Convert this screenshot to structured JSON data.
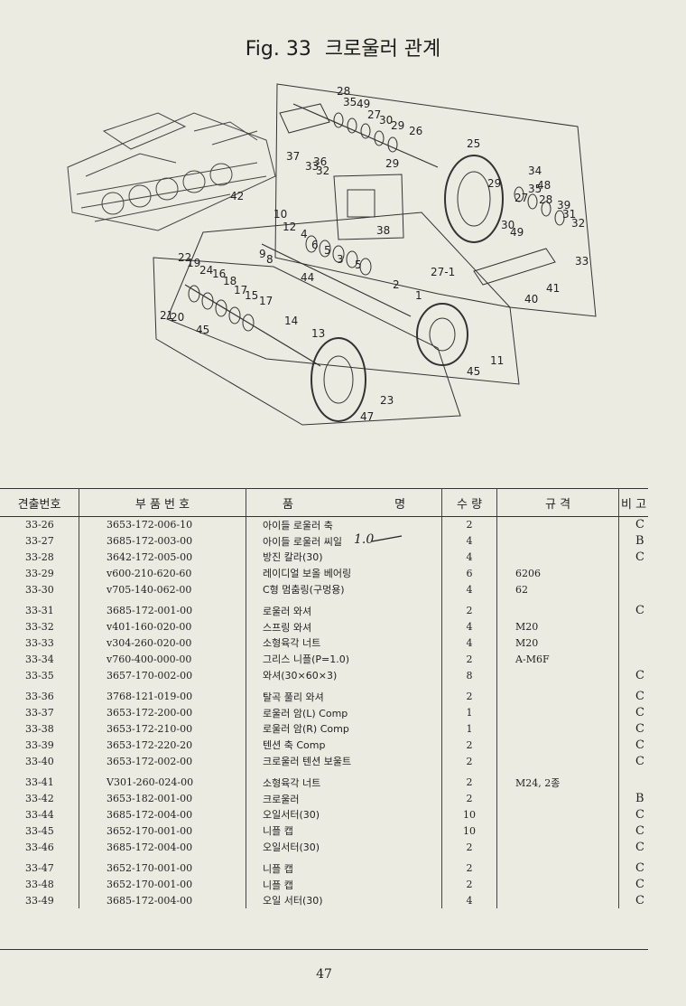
{
  "title": {
    "fig": "Fig. 33",
    "text": "크로울러 관계"
  },
  "figure_labels": [
    "28",
    "35",
    "49",
    "27",
    "30",
    "29",
    "26",
    "37",
    "33",
    "32",
    "36",
    "29",
    "25",
    "34",
    "48",
    "29",
    "27",
    "35",
    "28",
    "39",
    "31",
    "32",
    "30",
    "49",
    "33",
    "38",
    "42",
    "10",
    "12",
    "4",
    "6",
    "5",
    "3",
    "5",
    "9",
    "8",
    "44",
    "27-1",
    "41",
    "40",
    "2",
    "1",
    "22",
    "19",
    "24",
    "16",
    "18",
    "17",
    "15",
    "17",
    "21",
    "20",
    "45",
    "14",
    "13",
    "11",
    "45",
    "23",
    "47"
  ],
  "headers": [
    "견출번호",
    "부 품 번 호",
    "품",
    "명",
    "수 량",
    "규 격",
    "비 고"
  ],
  "rows": [
    {
      "id": "33-26",
      "pn": "3653-172-006-10",
      "name": "아이들 로울러 축",
      "qty": "2",
      "spec": "",
      "rem": "C"
    },
    {
      "id": "33-27",
      "pn": "3685-172-003-00",
      "name": "아이들 로울러 씨일",
      "qty": "4",
      "spec": "",
      "rem": "B"
    },
    {
      "id": "33-28",
      "pn": "3642-172-005-00",
      "name": "방진 칼라(30)",
      "qty": "4",
      "spec": "",
      "rem": "C"
    },
    {
      "id": "33-29",
      "pn": "v600-210-620-60",
      "name": "레이디얼 보올 베어링",
      "qty": "6",
      "spec": "6206",
      "rem": ""
    },
    {
      "id": "33-30",
      "pn": "v705-140-062-00",
      "name": "C형 멈춤링(구멍용)",
      "qty": "4",
      "spec": "62",
      "rem": ""
    },
    {
      "id": "33-31",
      "pn": "3685-172-001-00",
      "name": "로울러 와셔",
      "qty": "2",
      "spec": "",
      "rem": "C"
    },
    {
      "id": "33-32",
      "pn": "v401-160-020-00",
      "name": "스프링 와셔",
      "qty": "4",
      "spec": "M20",
      "rem": ""
    },
    {
      "id": "33-33",
      "pn": "v304-260-020-00",
      "name": "소형육각 너트",
      "qty": "4",
      "spec": "M20",
      "rem": ""
    },
    {
      "id": "33-34",
      "pn": "v760-400-000-00",
      "name": "그리스 니플(P=1.0)",
      "qty": "2",
      "spec": "A-M6F",
      "rem": ""
    },
    {
      "id": "33-35",
      "pn": "3657-170-002-00",
      "name": "와셔(30×60×3)",
      "qty": "8",
      "spec": "",
      "rem": "C"
    },
    {
      "id": "33-36",
      "pn": "3768-121-019-00",
      "name": "탈곡 풀리 와셔",
      "qty": "2",
      "spec": "",
      "rem": "C"
    },
    {
      "id": "33-37",
      "pn": "3653-172-200-00",
      "name": "로울러 암(L) Comp",
      "qty": "1",
      "spec": "",
      "rem": "C"
    },
    {
      "id": "33-38",
      "pn": "3653-172-210-00",
      "name": "로울러 암(R) Comp",
      "qty": "1",
      "spec": "",
      "rem": "C"
    },
    {
      "id": "33-39",
      "pn": "3653-172-220-20",
      "name": "텐션 축 Comp",
      "qty": "2",
      "spec": "",
      "rem": "C"
    },
    {
      "id": "33-40",
      "pn": "3653-172-002-00",
      "name": "크로울러 텐션 보울트",
      "qty": "2",
      "spec": "",
      "rem": "C"
    },
    {
      "id": "33-41",
      "pn": "V301-260-024-00",
      "name": "소형육각 너트",
      "qty": "2",
      "spec": "M24, 2종",
      "rem": ""
    },
    {
      "id": "33-42",
      "pn": "3653-182-001-00",
      "name": "크로울러",
      "qty": "2",
      "spec": "",
      "rem": "B"
    },
    {
      "id": "33-44",
      "pn": "3685-172-004-00",
      "name": "오일서터(30)",
      "qty": "10",
      "spec": "",
      "rem": "C"
    },
    {
      "id": "33-45",
      "pn": "3652-170-001-00",
      "name": "니플 캡",
      "qty": "10",
      "spec": "",
      "rem": "C"
    },
    {
      "id": "33-46",
      "pn": "3685-172-004-00",
      "name": "오일서터(30)",
      "qty": "2",
      "spec": "",
      "rem": "C"
    },
    {
      "id": "33-47",
      "pn": "3652-170-001-00",
      "name": "니플 캡",
      "qty": "2",
      "spec": "",
      "rem": "C"
    },
    {
      "id": "33-48",
      "pn": "3652-170-001-00",
      "name": "니플 캡",
      "qty": "2",
      "spec": "",
      "rem": "C"
    },
    {
      "id": "33-49",
      "pn": "3685-172-004-00",
      "name": "오일 서터(30)",
      "qty": "4",
      "spec": "",
      "rem": "C"
    }
  ],
  "handwriting": "1.0",
  "page_number": "47"
}
